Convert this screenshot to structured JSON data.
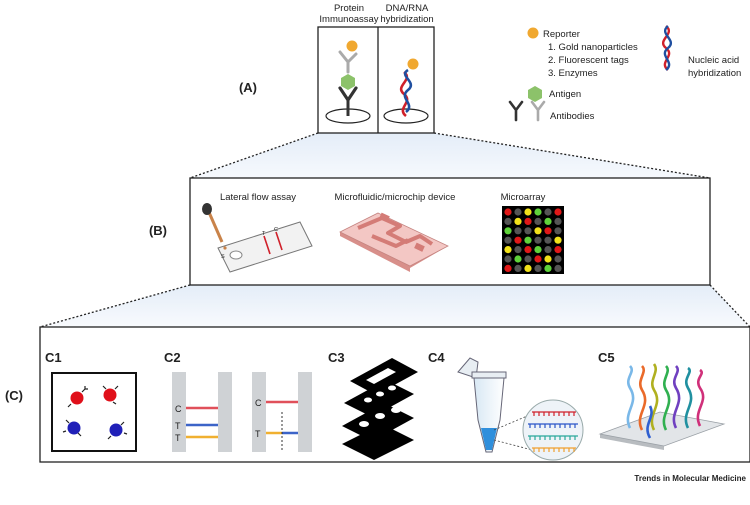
{
  "panel_a": {
    "label": "(A)",
    "col1_title_line1": "Protein",
    "col1_title_line2": "Immunoassay",
    "col2_title_line1": "DNA/RNA",
    "col2_title_line2": "hybridization",
    "legend": {
      "reporter": "Reporter",
      "reporter_items": [
        "1. Gold nanoparticles",
        "2. Fluorescent tags",
        "3. Enzymes"
      ],
      "antigen": "Antigen",
      "antibodies": "Antibodies",
      "nucleic_line1": "Nucleic acid",
      "nucleic_line2": "hybridization"
    }
  },
  "panel_b": {
    "label": "(B)",
    "lateral_flow": "Lateral flow assay",
    "lateral_letters": [
      "T",
      "C",
      "S"
    ],
    "microfluidic": "Microfluidic/microchip device",
    "microarray": "Microarray"
  },
  "panel_c": {
    "label": "(C)",
    "c1": "C1",
    "c2": "C2",
    "c3": "C3",
    "c4": "C4",
    "c5": "C5",
    "strip_letters": [
      "C",
      "T",
      "T",
      "C",
      "T"
    ]
  },
  "footer": "Trends in Molecular Medicine",
  "colors": {
    "reporter": "#f0a830",
    "antigen": "#8cc26a",
    "dna_red": "#d0202a",
    "dna_blue": "#1f4fa0",
    "band_red": "#e0505a",
    "band_blue": "#3c64c8",
    "band_yellow": "#f0b030",
    "chip": "#e8a9a5"
  }
}
